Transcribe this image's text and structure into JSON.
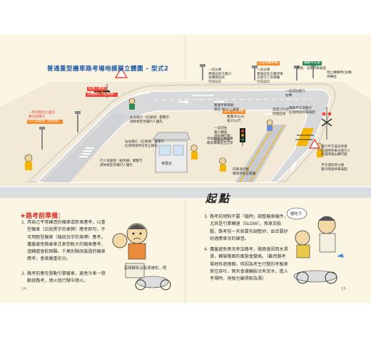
{
  "title": "普通重型機車路考場地模擬立體圖 - 型式2",
  "start_label": "起點",
  "map_labels": {
    "red_light_box": "紅燈 / 黃燈",
    "left_intersection": "左轉路口（紅綠燈）",
    "ped_sign": "行人穿越道（斑馬線）",
    "ped_sign_note": "一閃前端停止處前\n應減速慢行",
    "ped_note": "行人穿越道（斑馬線）變警示\n請依規定停讓行人優先",
    "right_intersection_red": "左右路口（紅綠燈）變警示\n請依規定停讓行人優先",
    "right_intersection_note": "右右路口（紅綠燈）變警示\n紅燈時請停在停止線前",
    "railroad_sign": "鐵路平交道",
    "railroad_note": "一閃燈，注意列車通過",
    "railroad_warn": "鐵路平交道警示\n紅燈時須停車再開",
    "railroad_stop": "平交道前停止線\n警示時請停車再開",
    "left_turn_warn": "禁止轉彎時(左轉)\n待轉區",
    "booth": "考驗台",
    "booth_note": "考試規定前應停車\n確認車輛是否正常",
    "top_left_note": "一段分車\n遇號誌前方路口\n右轉兩段式\n行向前方",
    "top_mid_sign": "注意右轉車輛",
    "top_mid_note": "一段分車\n遇號誌前方應停車\n注意行人及車輛\n行向前方",
    "straight_sign": "直線平衡駕駛",
    "straight_note": "路寬40公分\n長15公尺",
    "straight_note2": "路寬平衡駕駛\n需在7秒以上通過",
    "merge_note": "一段前往\n路口轉角\n請左轉行駛\n請靠右行駛",
    "turn_right_note": "一段前往路口\n右轉",
    "speed_note": "速度(20)前\n跨越區域",
    "lane_note": "同車道行駛\n應保持安全距離",
    "last_note": "繞行平交道前停車\n經過時停車注意行人\n經過時請右轉行駛"
  },
  "section_heading": "★路考前準備：",
  "notes_left": [
    {
      "num": "1.",
      "text": "用自己平常練習的機車或新車應考，以重型機車（白底黑字的車牌）應考即可，不可用輕型機車（綠底白字的車牌）應考。儘量避免騎乘車式車型較大的機車應考，迴轉處會較困難，千萬別騎改裝過的機車應考，會被嚴重扣分。"
    },
    {
      "num": "2.",
      "text": "路考前應先發動引擎暖車，避免冷車一發動就路考，熄火就行駛中熄火。"
    }
  ],
  "notes_right": [
    {
      "num": "3.",
      "text": "路考前絕對不要「臨時」調整機車機件，尤其是引擎轉速（SLOW），煞車及胎壓，路考前一天就要先調整好，並且要好好適應車況的練習。"
    },
    {
      "num": "4.",
      "text": "儘量避免雨天參加路考，路面會因而水濕滑，轉彎路面的風險會變高。（雖然路考場地有遮雨棚，但因為考生行駛的考驗車來往吞吐，雨天會讓輪胎沾有泥水，進入考場時，地板也顯得較為濕）"
    }
  ],
  "bubbles": {
    "left": "這樣騎有沒有會被扣…唔",
    "right": "緩吃下"
  },
  "page_numbers": {
    "left": "14",
    "right": "15"
  },
  "colors": {
    "road": "#d9dadb",
    "road_edge": "#9aa0a6",
    "curb": "#ffffff",
    "lane_yellow": "#f5b400",
    "field": "#f2ead6",
    "grass_line": "#c7b98b",
    "title": "#1d58a8",
    "accent_red": "#e8483b"
  }
}
